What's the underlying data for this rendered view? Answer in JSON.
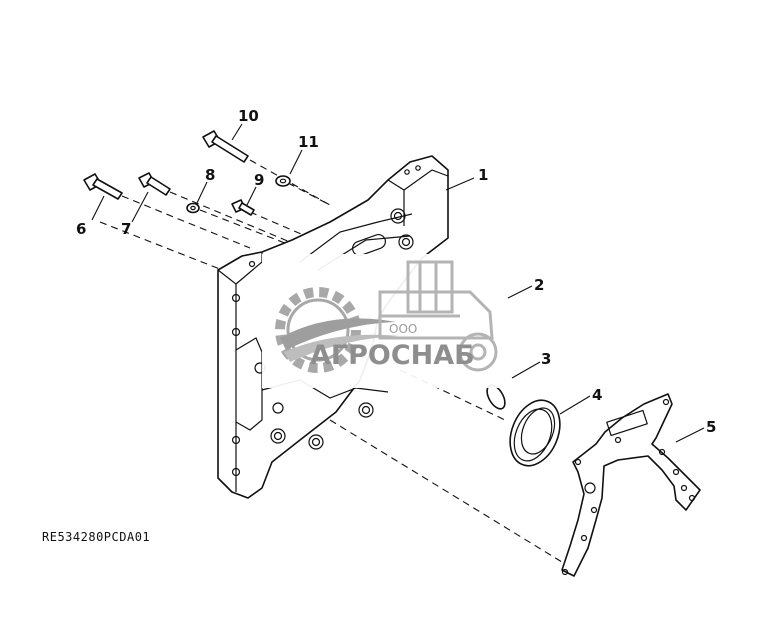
{
  "diagram": {
    "reference_code": "RE534280PCDA01",
    "callouts": [
      "1",
      "2",
      "3",
      "4",
      "5",
      "6",
      "7",
      "8",
      "9",
      "10",
      "11"
    ]
  },
  "watermark": {
    "company_prefix": "ООО",
    "company_name": "АГРОСНАБ"
  }
}
